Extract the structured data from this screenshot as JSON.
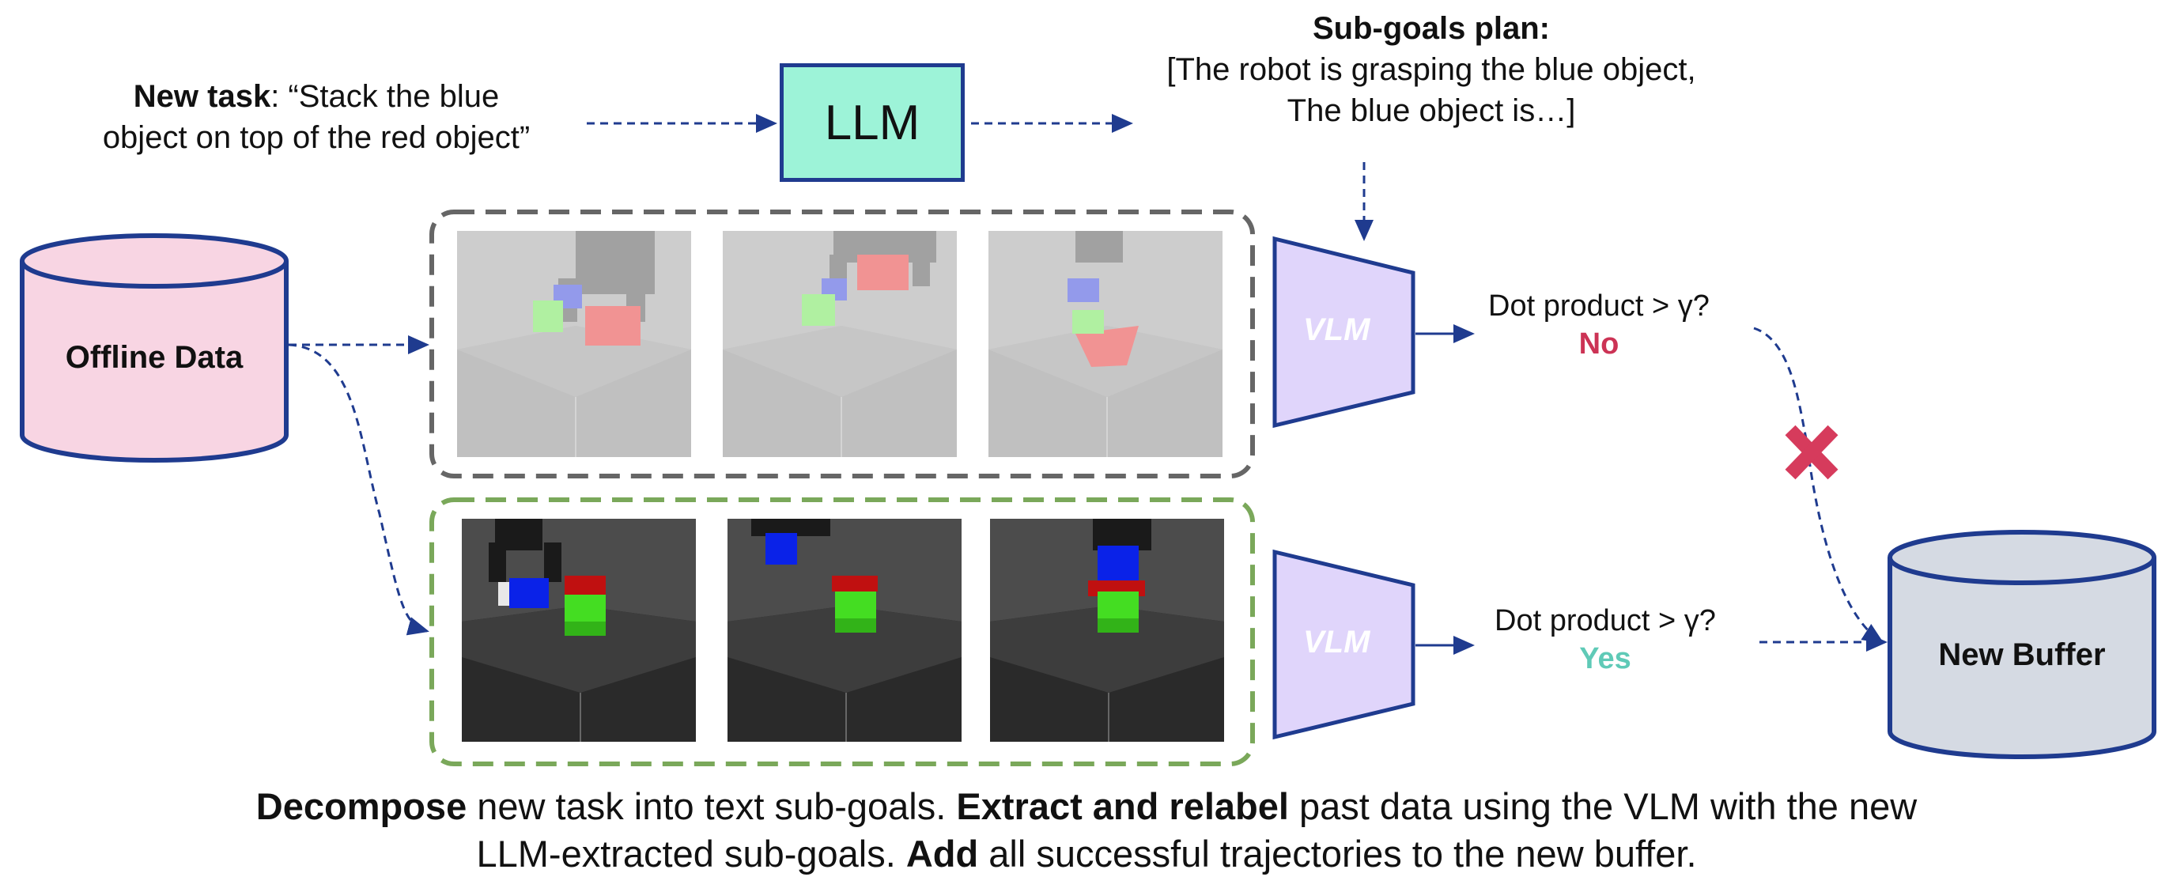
{
  "task": {
    "label_bold": "New task",
    "line1_rest": ": “Stack the blue",
    "line2": "object on top of the red object”"
  },
  "llm": {
    "label": "LLM"
  },
  "plan": {
    "title": "Sub-goals plan:",
    "line1": "[The robot is grasping the blue object,",
    "line2": "The blue object is…]"
  },
  "offline": {
    "label": "Offline Data"
  },
  "new_buffer": {
    "label": "New Buffer"
  },
  "vlm": {
    "label": "VLM"
  },
  "row_top": {
    "check": "Dot product > γ?",
    "result": "No"
  },
  "row_bottom": {
    "check": "Dot product > γ?",
    "result": "Yes"
  },
  "colors": {
    "arrow": "#1f3b8f",
    "llm_fill": "#9df3d8",
    "vlm_fill": "#e0d5fb",
    "offline_fill": "#f8d5e3",
    "buffer_fill": "#d5dae3",
    "no": "#cc3355",
    "yes": "#5fcab7",
    "cross": "#d63b5c",
    "gray_frame": "#666666",
    "green_frame": "#7aa85a"
  },
  "caption": {
    "b1": "Decompose",
    "t1": " new task into text sub-goals. ",
    "b2": "Extract and relabel",
    "t2": " past data using the VLM with the new",
    "t3": "LLM-extracted sub-goals. ",
    "b3": "Add",
    "t4": " all successful trajectories to the new buffer."
  }
}
